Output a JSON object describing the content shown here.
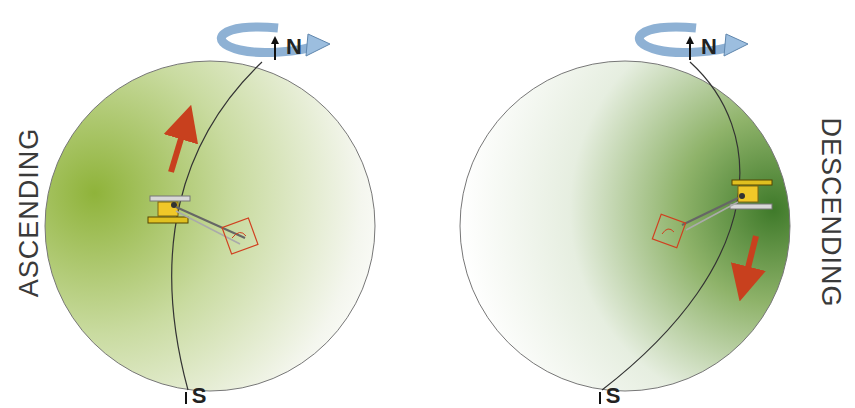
{
  "diagram": {
    "labels": [
      "ASCENDING",
      "N",
      "S",
      "N",
      "S",
      "DESCENDING"
    ]
  }
}
